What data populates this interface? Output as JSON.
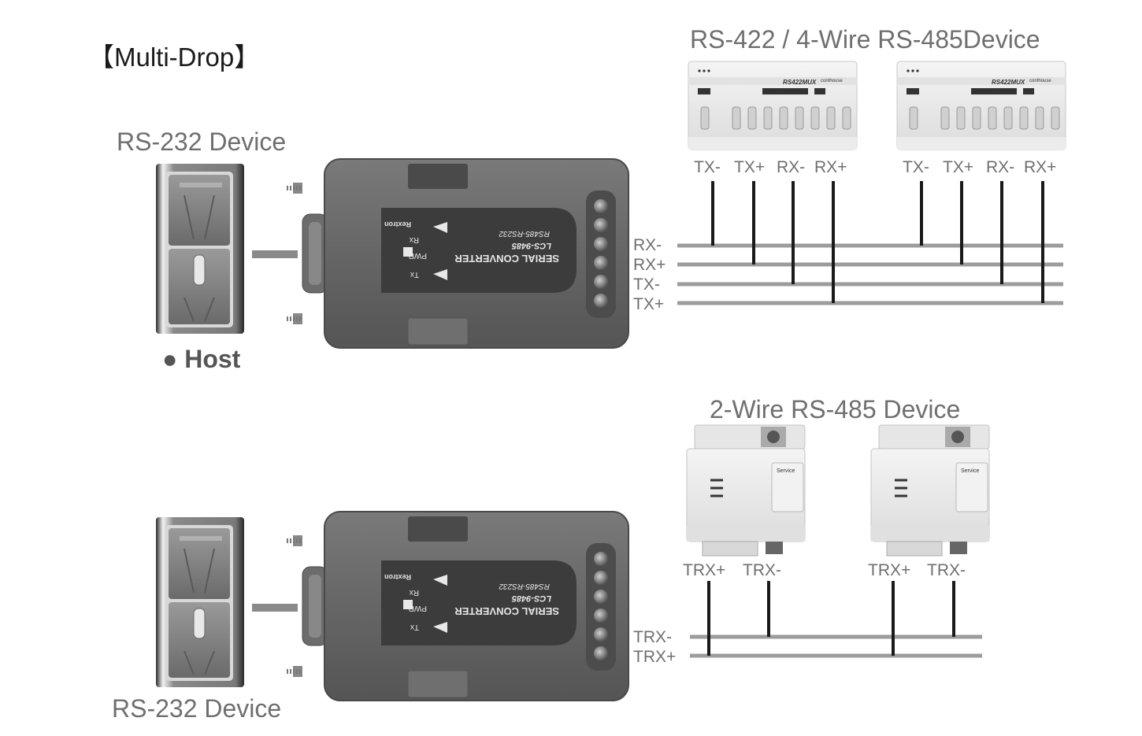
{
  "title": "【Multi-Drop】",
  "top_section": {
    "heading": "RS-422 / 4-Wire RS-485Device",
    "host_device_label": "RS-232 Device",
    "host_label": "● Host",
    "mux_brand": "RS422MUX",
    "mux_logo": "conthouse",
    "device_terminals": [
      "TX-",
      "TX+",
      "RX-",
      "RX+"
    ],
    "bus_lines": [
      "RX-",
      "RX+",
      "TX-",
      "TX+"
    ]
  },
  "bottom_section": {
    "heading": "2-Wire RS-485 Device",
    "host_device_label": "RS-232 Device",
    "device_panel_label": "Service",
    "device_terminals": [
      "TRX+",
      "TRX-"
    ],
    "bus_lines": [
      "TRX-",
      "TRX+"
    ]
  },
  "converter": {
    "brand": "Rextron",
    "title": "SERIAL CONVERTER",
    "model": "LCS-9485",
    "subtitle": "RS485-RS232",
    "led_rx": "Rx",
    "led_pwr": "PWR",
    "led_tx": "Tx"
  },
  "colors": {
    "converter_body": "#6a6a6a",
    "bus_line": "#9c9c9c",
    "drop_wire": "#1a1a1a",
    "device_body": "#e8e8e8"
  }
}
